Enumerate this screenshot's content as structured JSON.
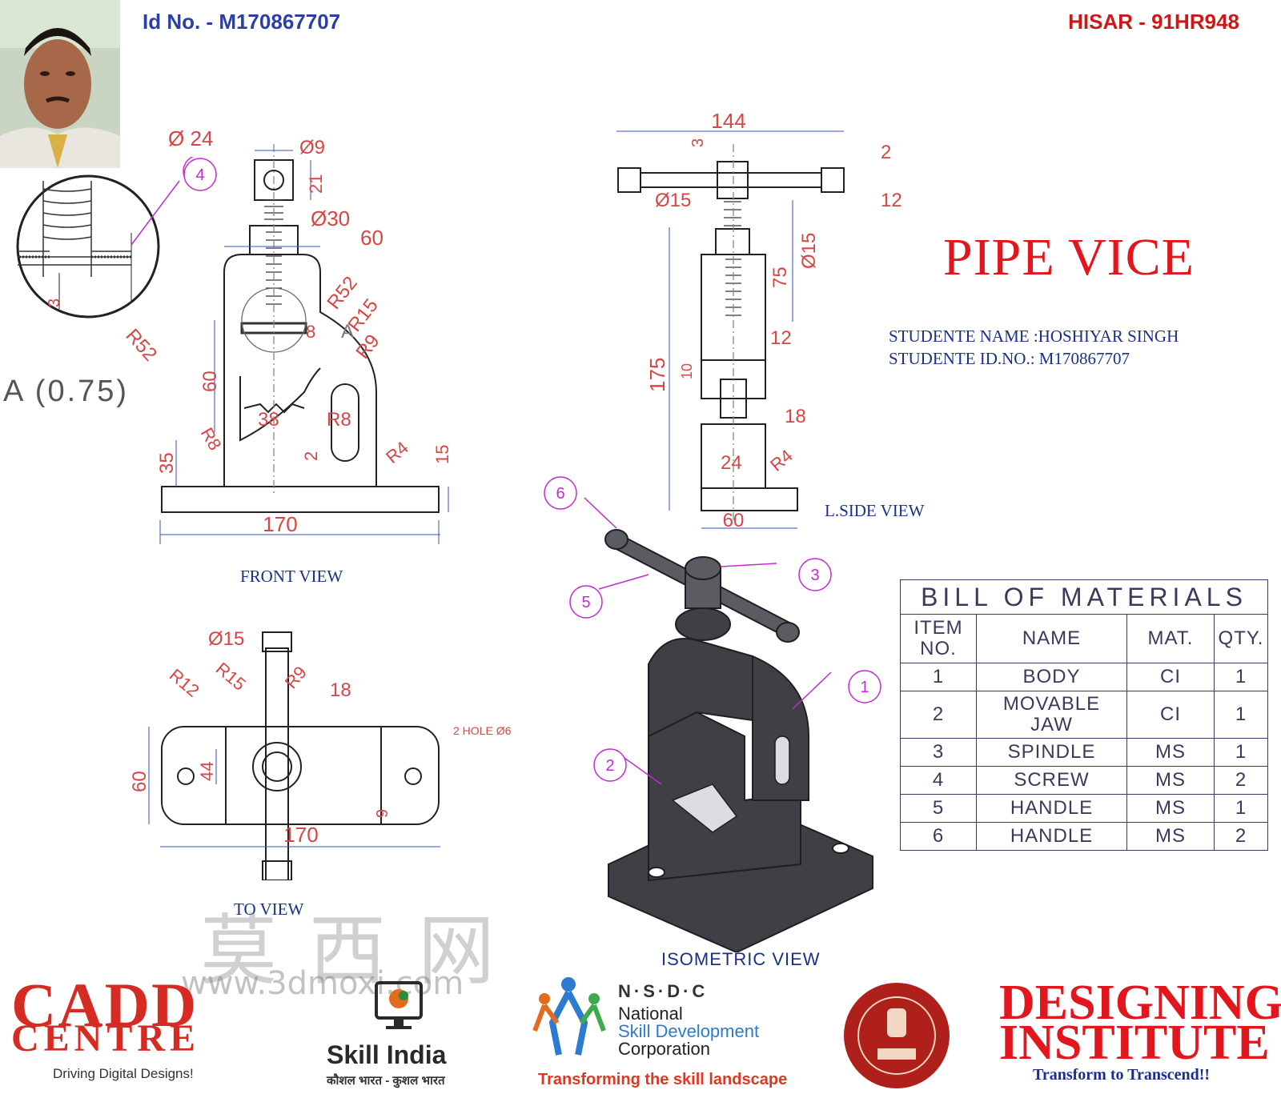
{
  "header": {
    "id_no": "Id No. - M170867707",
    "center_code": "HISAR - 91HR948"
  },
  "title": "PIPE VICE",
  "student": {
    "name_line": "STUDENTE NAME :HOSHIYAR  SINGH",
    "id_line": "STUDENTE ID.NO.:  M170867707"
  },
  "views": {
    "front": "FRONT VIEW",
    "side": "L.SIDE VIEW",
    "top": "TO VIEW",
    "isometric": "ISOMETRIC    VIEW",
    "detail": "A  (0.75)"
  },
  "dimensions": {
    "front": [
      "Ø 24",
      "Ø9",
      "21",
      "Ø30",
      "60",
      "R52",
      "R15",
      "R9",
      "A",
      "8",
      "R52",
      "60",
      "38",
      "R8",
      "35",
      "R8",
      "2",
      "R4",
      "15",
      "170"
    ],
    "detail": [
      "4",
      "3"
    ],
    "side": [
      "144",
      "3",
      "2",
      "Ø15",
      "12",
      "Ø15",
      "75",
      "12",
      "175",
      "10",
      "18",
      "24",
      "R4",
      "60"
    ],
    "top": [
      "Ø15",
      "R12",
      "R15",
      "R9",
      "18",
      "60",
      "44",
      "2 HOLE  Ø6",
      "9",
      "170"
    ],
    "isometric_callouts": [
      "1",
      "2",
      "3",
      "4",
      "5",
      "6"
    ]
  },
  "bom": {
    "title": "BILL    OF    MATERIALS",
    "columns": [
      "ITEM NO.",
      "NAME",
      "MAT.",
      "QTY."
    ],
    "rows": [
      [
        "1",
        "BODY",
        "CI",
        "1"
      ],
      [
        "2",
        "MOVABLE JAW",
        "CI",
        "1"
      ],
      [
        "3",
        "SPINDLE",
        "MS",
        "1"
      ],
      [
        "4",
        "SCREW",
        "MS",
        "2"
      ],
      [
        "5",
        "HANDLE",
        "MS",
        "1"
      ],
      [
        "6",
        "HANDLE",
        "MS",
        "2"
      ]
    ]
  },
  "footer": {
    "cadd_line1": "CADD",
    "cadd_line2": "CENTRE",
    "cadd_tagline": "Driving Digital Designs!",
    "skill_india": "Skill India",
    "skill_india_hindi": "कौशल भारत - कुशल भारत",
    "nsdc_abbr": "N·S·D·C",
    "nsdc_line1": "National",
    "nsdc_line2": "Skill Development",
    "nsdc_line3": "Corporation",
    "nsdc_tagline": "Transforming the skill landscape",
    "di_line1": "DESIGNING",
    "di_line2": "INSTITUTE",
    "di_tagline": "Transform to Transcend!!"
  },
  "watermark": {
    "chars": "莫西网",
    "url": "www.3dmoxi.com"
  },
  "colors": {
    "title_red": "#e3161d",
    "id_blue": "#2b3fa8",
    "dim_red": "#d84545",
    "callout_magenta": "#c22bd1",
    "label_navy": "#1a2f8a"
  }
}
